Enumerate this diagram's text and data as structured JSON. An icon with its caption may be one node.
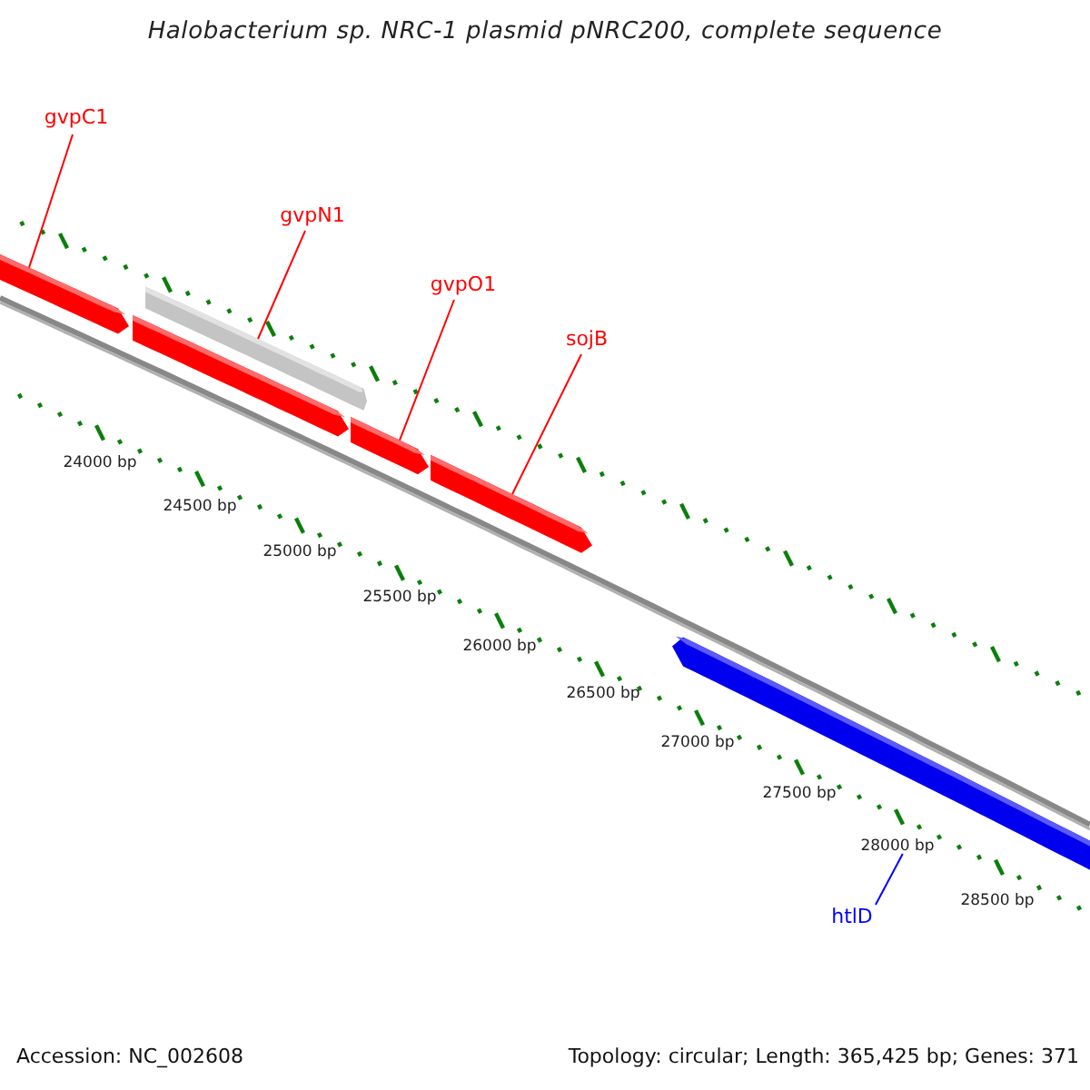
{
  "diagram": {
    "title": "Halobacterium sp. NRC-1 plasmid pNRC200, complete sequence",
    "nodes": [
      {
        "text": [
          "gvpC1"
        ]
      },
      {
        "text": [],
        "shape": "arrow"
      },
      {
        "text": [
          "gvpN1"
        ]
      },
      {
        "text": [],
        "shape": "box"
      },
      {
        "text": [],
        "shape": "arrow"
      },
      {
        "text": [
          "gvpO1"
        ]
      },
      {
        "text": [],
        "shape": "arrow"
      },
      {
        "text": [
          "sojB"
        ]
      },
      {
        "text": [],
        "shape": "arrow"
      },
      {
        "text": [],
        "shape": "arrow"
      },
      {
        "text": [
          "htlD"
        ]
      }
    ],
    "edges": [
      {
        "from": 0,
        "to": 1,
        "arrow": "none"
      },
      {
        "from": 2,
        "to": 3,
        "arrow": "none"
      },
      {
        "from": 5,
        "to": 6,
        "arrow": "none"
      },
      {
        "from": 7,
        "to": 8,
        "arrow": "none"
      },
      {
        "from": 10,
        "to": 9,
        "arrow": "none",
        "color": "#0000ff"
      }
    ],
    "labels": [
      "24000 bp",
      "24500 bp",
      "25000 bp",
      "25500 bp",
      "26000 bp",
      "26500 bp",
      "27000 bp",
      "27500 bp",
      "28000 bp",
      "28500 bp",
      "Accession: NC_002608",
      "Topology: circular; Length: 365,425 bp; Genes: 371"
    ]
  }
}
